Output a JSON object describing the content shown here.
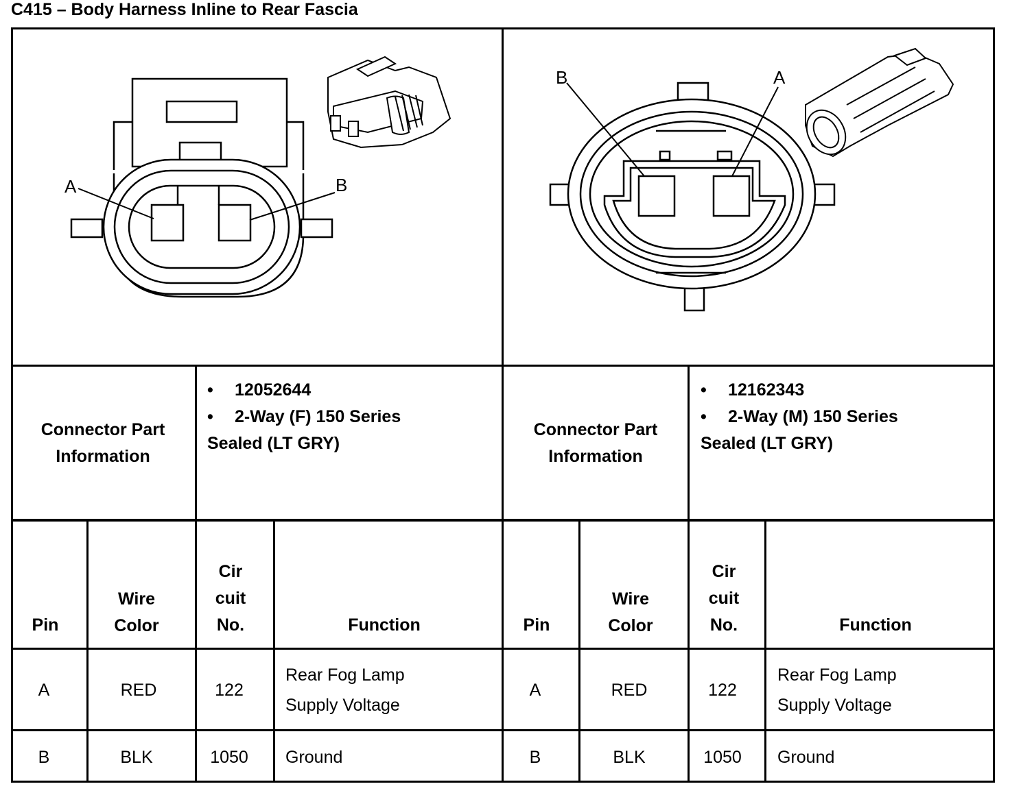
{
  "title": "C415 – Body Harness Inline to Rear Fascia",
  "left": {
    "diagram_labels": [
      "A",
      "B"
    ],
    "cpi_label": [
      "Connector Part",
      "Information"
    ],
    "part_number": "12052644",
    "description_line1": "2-Way (F) 150 Series",
    "description_line2": "Sealed (LT GRY)",
    "headers": {
      "pin": "Pin",
      "wire1": "Wire",
      "wire2": "Color",
      "cir1": "Cir",
      "cir2": "cuit",
      "cir3": "No.",
      "function": "Function"
    },
    "rows": [
      {
        "pin": "A",
        "color": "RED",
        "circuit": "122",
        "function_line1": "Rear Fog Lamp",
        "function_line2": "Supply Voltage"
      },
      {
        "pin": "B",
        "color": "BLK",
        "circuit": "1050",
        "function_line1": "Ground",
        "function_line2": ""
      }
    ]
  },
  "right": {
    "diagram_labels": [
      "B",
      "A"
    ],
    "cpi_label": [
      "Connector Part",
      "Information"
    ],
    "part_number": "12162343",
    "description_line1": "2-Way (M) 150 Series",
    "description_line2": "Sealed (LT GRY)",
    "headers": {
      "pin": "Pin",
      "wire1": "Wire",
      "wire2": "Color",
      "cir1": "Cir",
      "cir2": "cuit",
      "cir3": "No.",
      "function": "Function"
    },
    "rows": [
      {
        "pin": "A",
        "color": "RED",
        "circuit": "122",
        "function_line1": "Rear Fog Lamp",
        "function_line2": "Supply Voltage"
      },
      {
        "pin": "B",
        "color": "BLK",
        "circuit": "1050",
        "function_line1": "Ground",
        "function_line2": ""
      }
    ]
  },
  "bullet": "•"
}
